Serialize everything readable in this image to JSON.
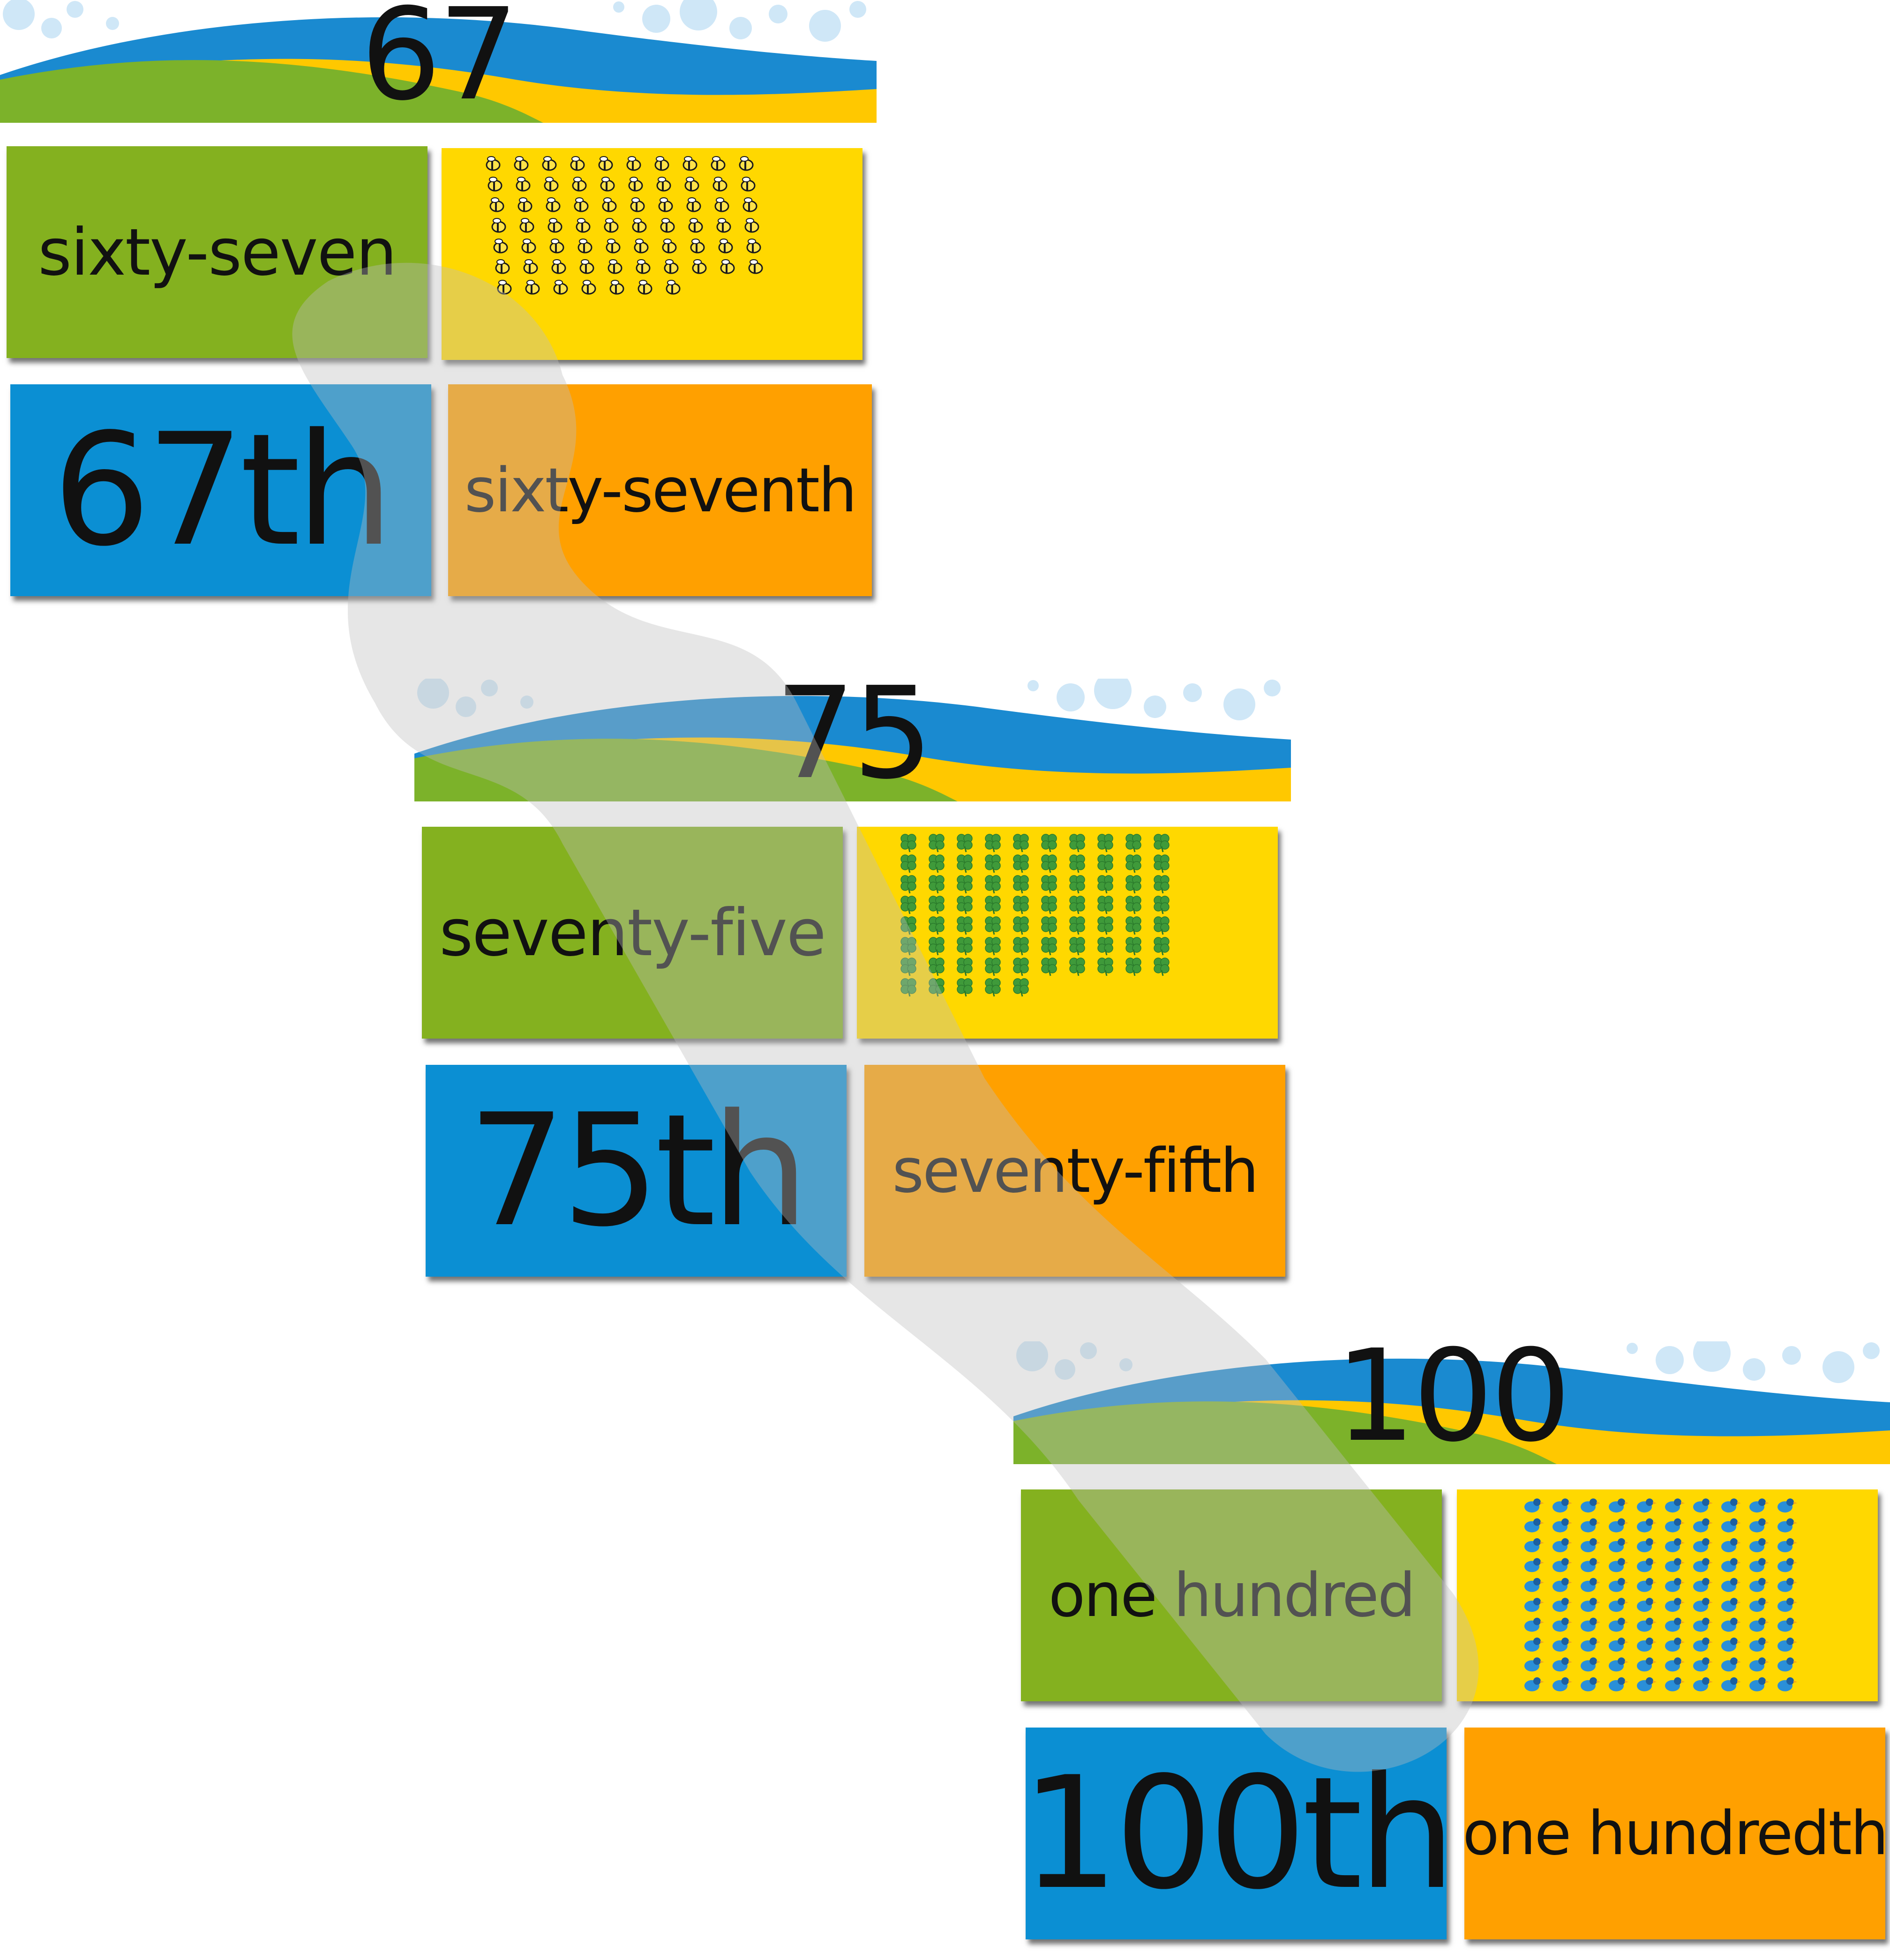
{
  "sets": [
    {
      "number": "67",
      "word": "sixty-seven",
      "ordinal_number": "67th",
      "ordinal_word": "sixty-seventh",
      "picture": {
        "icon": "bee-icon",
        "count": 67,
        "color": "#1a1a1a",
        "accent": "#ffd800"
      }
    },
    {
      "number": "75",
      "word": "seventy-five",
      "ordinal_number": "75th",
      "ordinal_word": "seventy-fifth",
      "picture": {
        "icon": "clover-icon",
        "count": 75,
        "color": "#3f9a3a",
        "accent": "#2a7a2c"
      }
    },
    {
      "number": "100",
      "word": "one hundred",
      "ordinal_number": "100th",
      "ordinal_word": "one hundredth",
      "picture": {
        "icon": "bird-icon",
        "count": 100,
        "color": "#2a8fd8",
        "accent": "#1c5fa0"
      }
    }
  ],
  "colors": {
    "green": "#84b11f",
    "yellow": "#ffd800",
    "blue": "#0b8fd3",
    "orange": "#ffa000"
  }
}
